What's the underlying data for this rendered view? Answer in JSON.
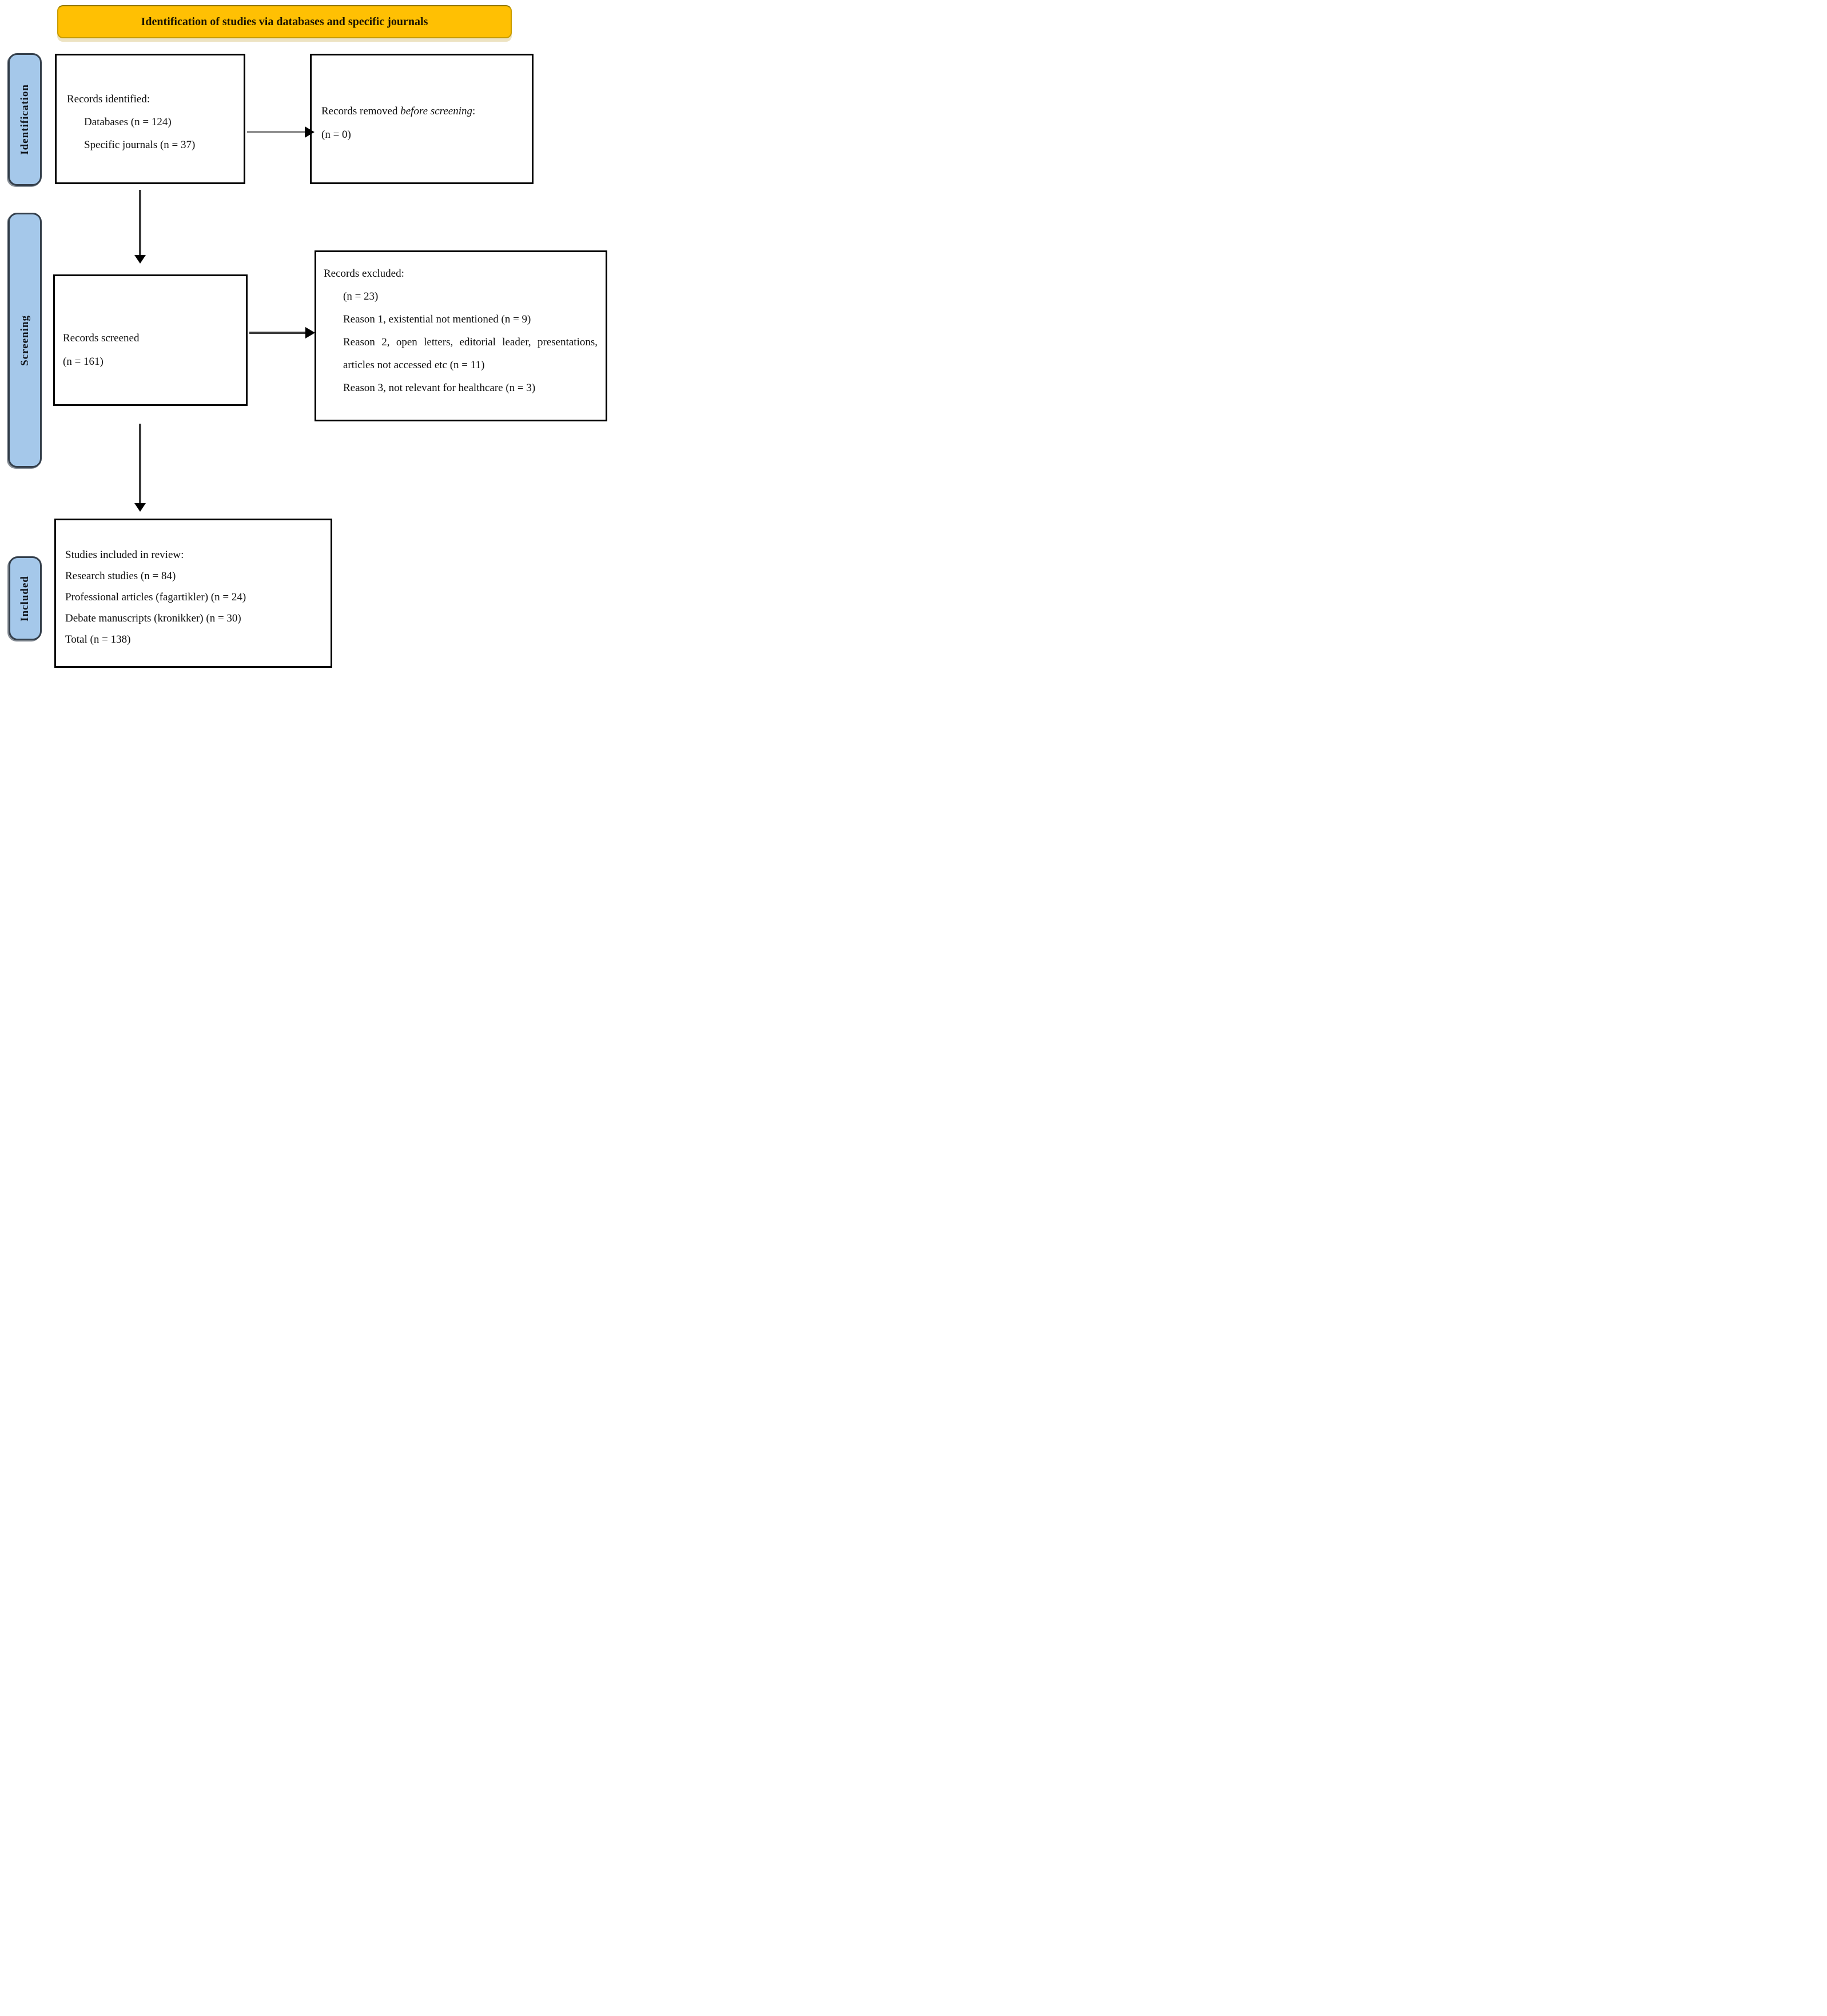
{
  "header": {
    "title": "Identification of studies via databases and specific journals"
  },
  "stages": {
    "identification": "Identification",
    "screening": "Screening",
    "included": "Included"
  },
  "boxes": {
    "identified": {
      "line1": "Records identified:",
      "line2": "Databases (n = 124)",
      "line3": "Specific journals (n = 37)"
    },
    "removed": {
      "line1_prefix": "Records removed ",
      "line1_italic": "before screening",
      "line1_suffix": ":",
      "line2": "(n = 0)"
    },
    "screened": {
      "line1": "Records screened",
      "line2": "(n = 161)"
    },
    "excluded": {
      "line1": "Records excluded:",
      "line2": "(n = 23)",
      "line3": "Reason 1, existential not mentioned (n = 9)",
      "line4": "Reason 2, open letters, editorial leader, presentations, articles not accessed etc (n = 11)",
      "line5": "Reason 3, not relevant for healthcare (n = 3)"
    },
    "included": {
      "line1": "Studies included in review:",
      "line2": "Research studies (n = 84)",
      "line3": "Professional articles (fagartikler) (n = 24)",
      "line4": "Debate manuscripts (kronikker) (n = 30)",
      "line5": "Total (n = 138)"
    }
  },
  "colors": {
    "header_bg": "#FFC003",
    "header_border": "#C79B00",
    "stage_bg": "#A5C8EA",
    "stage_border": "#35404C",
    "box_border": "#000000",
    "arrow_gray": "#8F8F8F",
    "arrow_dark": "#3A3A3A"
  }
}
